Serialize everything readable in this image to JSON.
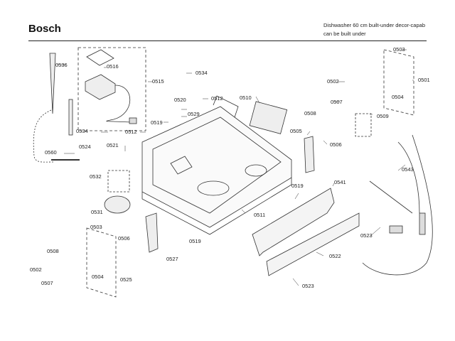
{
  "header": {
    "brand": "Bosch",
    "description_line1": "Dishwasher 60 cm built-under decor-capab",
    "description_line2": "can be built under"
  },
  "part_labels": [
    {
      "id": "0536",
      "text": "0536"
    },
    {
      "id": "0516",
      "text": "0516"
    },
    {
      "id": "0515",
      "text": "0515"
    },
    {
      "id": "0534a",
      "text": "0534"
    },
    {
      "id": "0512a",
      "text": "0512"
    },
    {
      "id": "0520",
      "text": "0520"
    },
    {
      "id": "0529",
      "text": "0529"
    },
    {
      "id": "0519a",
      "text": "0519"
    },
    {
      "id": "0510",
      "text": "0510"
    },
    {
      "id": "0502a",
      "text": "0502"
    },
    {
      "id": "0507a",
      "text": "0507"
    },
    {
      "id": "0508a",
      "text": "0508"
    },
    {
      "id": "0509",
      "text": "0509"
    },
    {
      "id": "0503a",
      "text": "0503"
    },
    {
      "id": "0501",
      "text": "0501"
    },
    {
      "id": "0504a",
      "text": "0504"
    },
    {
      "id": "0505",
      "text": "0505"
    },
    {
      "id": "0506a",
      "text": "0506"
    },
    {
      "id": "0534b",
      "text": "0534"
    },
    {
      "id": "0512b",
      "text": "0512"
    },
    {
      "id": "0524",
      "text": "0524"
    },
    {
      "id": "0521",
      "text": "0521"
    },
    {
      "id": "0560",
      "text": "0560"
    },
    {
      "id": "0532",
      "text": "0532"
    },
    {
      "id": "0531",
      "text": "0531"
    },
    {
      "id": "0543",
      "text": "0543"
    },
    {
      "id": "0541",
      "text": "0541"
    },
    {
      "id": "0519b",
      "text": "0519"
    },
    {
      "id": "0511",
      "text": "0511"
    },
    {
      "id": "0523a",
      "text": "0523"
    },
    {
      "id": "0522",
      "text": "0522"
    },
    {
      "id": "0523b",
      "text": "0523"
    },
    {
      "id": "0503b",
      "text": "0503"
    },
    {
      "id": "0506b",
      "text": "0506"
    },
    {
      "id": "0527",
      "text": "0527"
    },
    {
      "id": "0519c",
      "text": "0519"
    },
    {
      "id": "0508b",
      "text": "0508"
    },
    {
      "id": "0502b",
      "text": "0502"
    },
    {
      "id": "0504b",
      "text": "0504"
    },
    {
      "id": "0525",
      "text": "0525"
    },
    {
      "id": "0507b",
      "text": "0507"
    }
  ]
}
